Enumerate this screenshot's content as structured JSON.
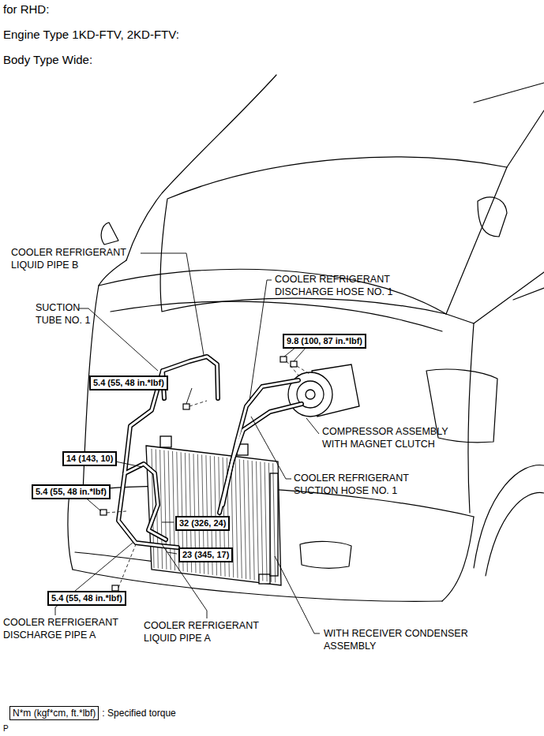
{
  "diagram": {
    "nodes": [
      {
        "text": [
          "9.8 (100, 87 in.*lbf)"
        ]
      },
      {
        "text": [
          "5.4 (55, 48 in.*lbf)"
        ]
      },
      {
        "text": [
          "14 (143, 10)"
        ]
      },
      {
        "text": [
          "5.4 (55, 48 in.*lbf)"
        ]
      },
      {
        "text": [
          "32 (326, 24)"
        ]
      },
      {
        "text": [
          "23 (345, 17)"
        ]
      },
      {
        "text": [
          "5.4 (55, 48 in.*lbf)"
        ]
      }
    ],
    "labels": [
      "for RHD:",
      "Engine Type 1KD-FTV, 2KD-FTV:",
      "Body Type Wide:",
      "COOLER REFRIGERANT LIQUID PIPE B",
      "SUCTION TUBE NO. 1",
      "COOLER REFRIGERANT DISCHARGE HOSE NO. 1",
      "COMPRESSOR ASSEMBLY WITH MAGNET CLUTCH",
      "COOLER REFRIGERANT SUCTION HOSE NO. 1",
      "COOLER REFRIGERANT DISCHARGE PIPE A",
      "COOLER REFRIGERANT LIQUID PIPE A",
      "WITH RECEIVER CONDENSER ASSEMBLY",
      "N*m (kgf*cm, ft.*lbf)",
      "P"
    ],
    "legend": [
      {
        "text": ": Specified torque"
      }
    ]
  }
}
